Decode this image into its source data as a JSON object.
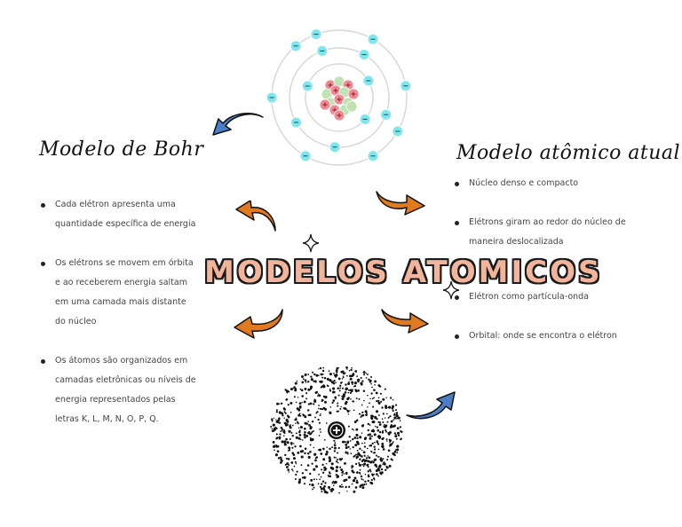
{
  "title": "MODELOS ATOMICOS",
  "bohr": {
    "heading": "Modelo de Bohr",
    "items": [
      "Cada elétron apresenta uma quantidade específica de energia",
      "Os elétrons se movem em órbita e ao receberem energia saltam em uma camada mais distante do núcleo",
      "Os átomos são organizados em camadas eletrônicas ou níveis de energia representados pelas letras K, L, M, N, O, P, Q."
    ]
  },
  "atual": {
    "heading": "Modelo atômico atual",
    "items": [
      "Núcleo denso e compacto",
      "Elétrons giram ao redor do núcleo de maneira deslocalizada",
      "Elétron como partícula-onda",
      "Orbital: onde se encontra o elétron"
    ]
  },
  "colors": {
    "orange_arrow": "#e07a1f",
    "blue_arrow": "#4a7fc8",
    "electron": "#7fe6ee",
    "proton": "#f08a94",
    "neutron": "#bfe3b2"
  }
}
